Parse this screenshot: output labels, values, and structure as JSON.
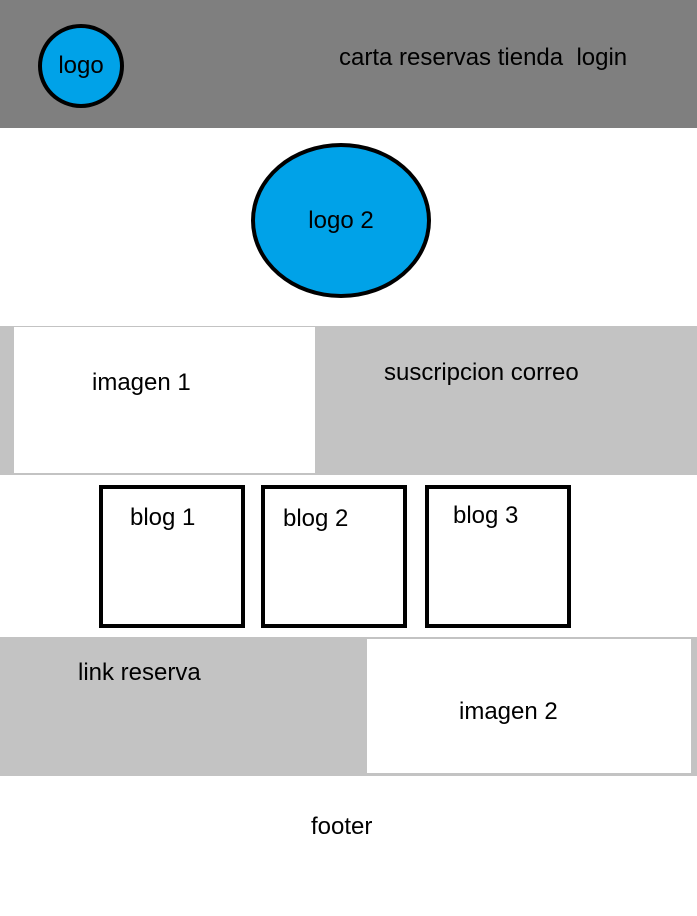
{
  "colors": {
    "header_bg": "#7f7f7f",
    "panel_gray": "#c3c3c3",
    "logo_blue": "#00a2e8",
    "white": "#ffffff",
    "outline": "#000000"
  },
  "header": {
    "logo_label": "logo",
    "nav_text": "carta reservas tienda  login"
  },
  "hero": {
    "logo2_label": "logo 2"
  },
  "row1": {
    "image_label": "imagen 1",
    "subscription_label": "suscripcion correo"
  },
  "blogs": [
    {
      "label": "blog 1"
    },
    {
      "label": "blog 2"
    },
    {
      "label": "blog 3"
    }
  ],
  "row2": {
    "link_label": "link reserva",
    "image_label": "imagen 2"
  },
  "footer": {
    "label": "footer"
  }
}
